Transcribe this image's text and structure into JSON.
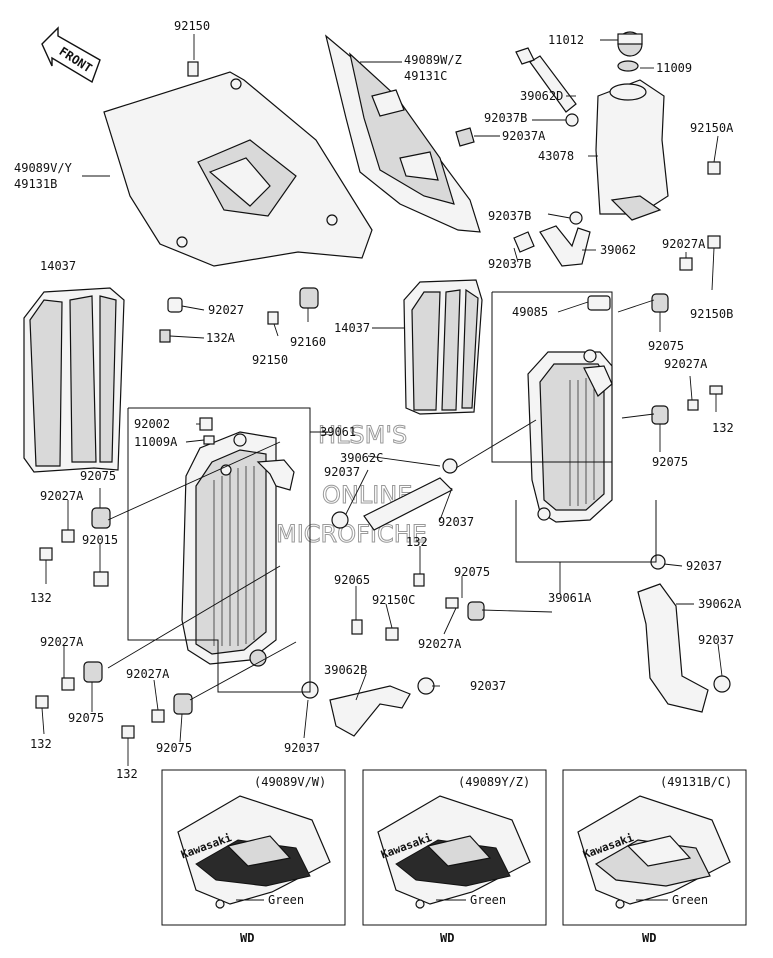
{
  "front_arrow": {
    "label": "FRONT"
  },
  "watermark": {
    "line1": "HLSM'S",
    "line2": "ONLINE",
    "line3": "MICROFICHE"
  },
  "callouts": {
    "c92150_top": "92150",
    "c49089wz": "49089W/Z",
    "c49131c": "49131C",
    "c11012": "11012",
    "c11009": "11009",
    "c39062d": "39062D",
    "c92037b_1": "92037B",
    "c92037a_1": "92037A",
    "c43078": "43078",
    "c92150a": "92150A",
    "c49089vy": "49089V/Y",
    "c49131b": "49131B",
    "c92037b_2": "92037B",
    "c39062": "39062",
    "c92037b_3": "92037B",
    "c92027a_r1": "92027A",
    "c14037_l": "14037",
    "c92027": "92027",
    "c92150b": "92150B",
    "c132a": "132A",
    "c92160": "92160",
    "c92150_mid": "92150",
    "c14037_c": "14037",
    "c49085": "49085",
    "c92075_r1": "92075",
    "c92027a_r2": "92027A",
    "c132_r": "132",
    "c92002": "92002",
    "c39061": "39061",
    "c11009a": "11009A",
    "c39062c": "39062C",
    "c92037_c1": "92037",
    "c92075_r2": "92075",
    "c92075_l1": "92075",
    "c92037_c2": "92037",
    "c92027a_l1": "92027A",
    "c92015": "92015",
    "c132_c": "132",
    "c92037_r1": "92037",
    "c132_l1": "132",
    "c92065": "92065",
    "c92075_c": "92075",
    "c39061a": "39061A",
    "c92150c": "92150C",
    "c39062a": "39062A",
    "c92027a_c": "92027A",
    "c92027a_l2": "92027A",
    "c92037_r2": "92037",
    "c39062b": "39062B",
    "c92027a_l3": "92027A",
    "c92037_c3": "92037",
    "c92075_l2": "92075",
    "c132_l2": "132",
    "c92075_l3": "92075",
    "c92037_b": "92037",
    "c132_l3": "132"
  },
  "variants": [
    {
      "code": "(49089V/W)",
      "brand": "Kawasaki",
      "color": "Green",
      "footer": "WD"
    },
    {
      "code": "(49089Y/Z)",
      "brand": "Kawasaki",
      "color": "Green",
      "footer": "WD"
    },
    {
      "code": "(49131B/C)",
      "brand": "Kawasaki",
      "color": "Green",
      "footer": "WD"
    }
  ]
}
